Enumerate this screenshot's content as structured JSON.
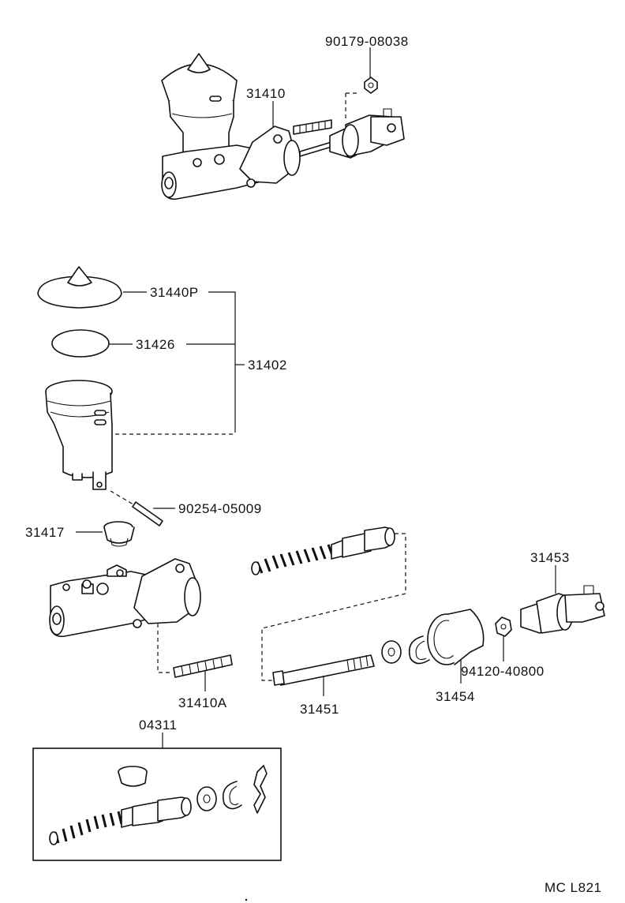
{
  "parts": {
    "nut_top": "90179-08038",
    "master_cyl_assy": "31410",
    "cap": "31440P",
    "diaphragm": "31426",
    "reservoir_set": "31402",
    "pin": "90254-05009",
    "grommet": "31417",
    "stud": "31410A",
    "push_rod": "31451",
    "boot": "31454",
    "nut": "94120-40800",
    "clevis": "31453",
    "repair_kit": "04311"
  },
  "footer": {
    "code": "MC L821"
  }
}
